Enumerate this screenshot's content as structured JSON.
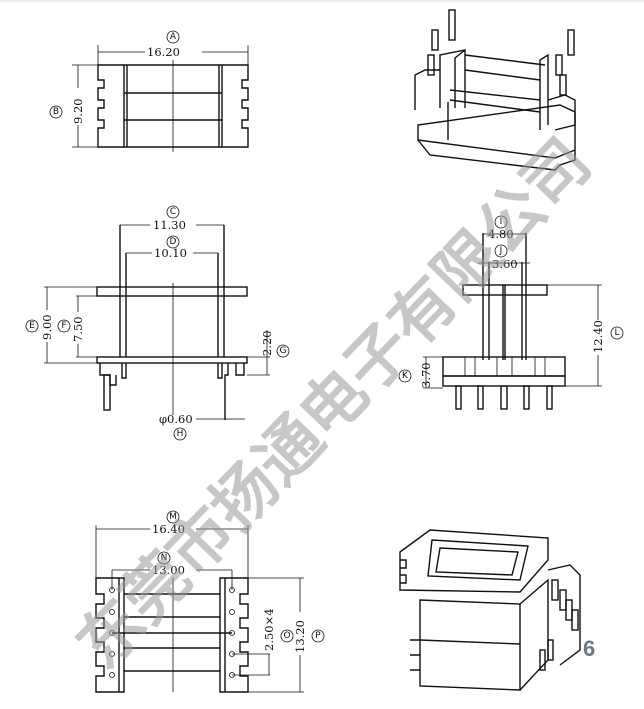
{
  "drawings": {
    "top_view": {
      "A": {
        "label": "A",
        "value": "16.20"
      },
      "B": {
        "label": "B",
        "value": "9.20"
      }
    },
    "front_view": {
      "C": {
        "label": "C",
        "value": "11.30"
      },
      "D": {
        "label": "D",
        "value": "10.10"
      },
      "E": {
        "label": "E",
        "value": "9.00"
      },
      "F": {
        "label": "F",
        "value": "7.50"
      },
      "G": {
        "label": "G",
        "value": "2.20"
      },
      "H": {
        "label": "H",
        "value": "φ0.60"
      }
    },
    "side_view": {
      "I": {
        "label": "I",
        "value": "4.80"
      },
      "J": {
        "label": "J",
        "value": "3.60"
      },
      "K": {
        "label": "K",
        "value": "3.70"
      },
      "L": {
        "label": "L",
        "value": "12.40"
      }
    },
    "bottom_view": {
      "M": {
        "label": "M",
        "value": "16.40"
      },
      "N": {
        "label": "N",
        "value": "13.00"
      },
      "O": {
        "label": "O",
        "value": "2.50×4"
      },
      "P": {
        "label": "P",
        "value": "13.20"
      }
    }
  },
  "watermark": "东莞市扬通电子有限公司",
  "page_number": "6"
}
